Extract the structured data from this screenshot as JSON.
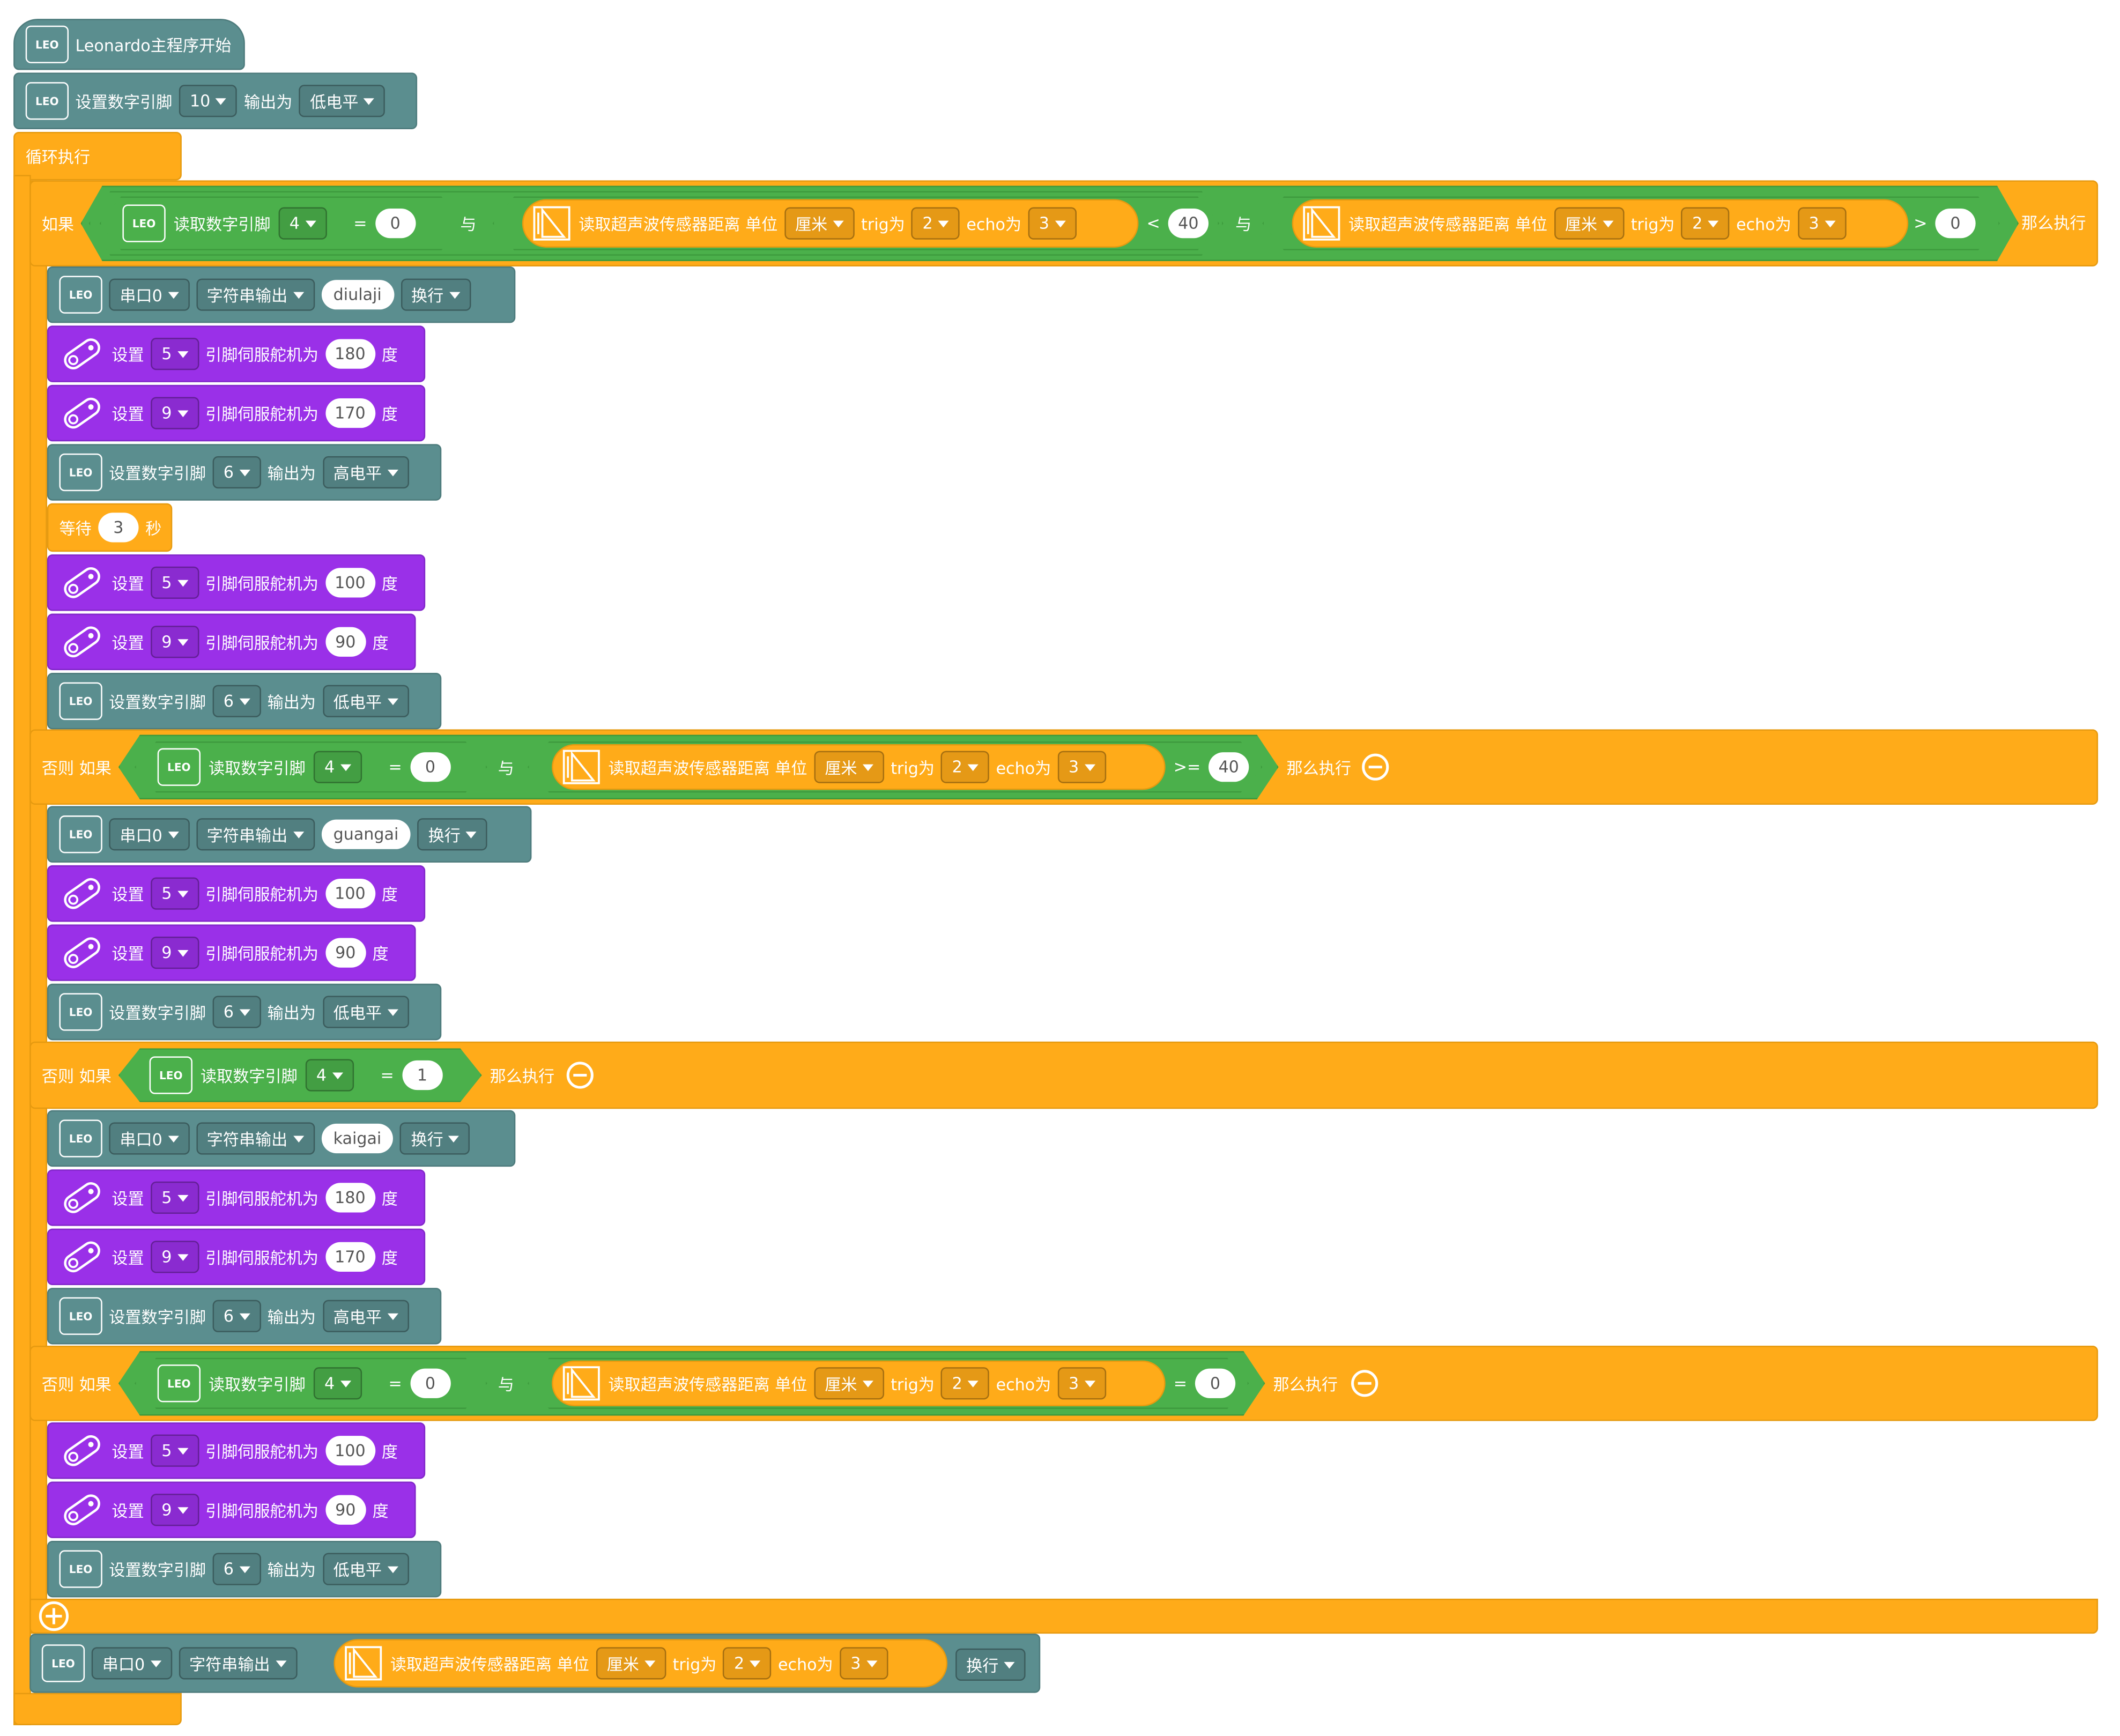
{
  "main": {
    "start_label": "Leonardo主程序开始",
    "setup": {
      "label": "设置数字引脚",
      "pin": "10",
      "mid": "输出为",
      "level": "低电平"
    },
    "loop_label": "循环执行",
    "serial_final": {
      "port": "串口0",
      "mode": "字符串输出",
      "sensor_label": "读取超声波传感器距离 单位",
      "unit": "厘米",
      "trig_label": "trig为",
      "trig": "2",
      "echo_label": "echo为",
      "echo": "3",
      "newline": "换行"
    }
  },
  "words": {
    "if": "如果",
    "elseif": "否则 如果",
    "then": "那么执行",
    "and": "与",
    "read_pin": "读取数字引脚",
    "ultra": "读取超声波传感器距离 单位",
    "trig": "trig为",
    "echo": "echo为",
    "set": "设置",
    "servo_to": "引脚伺服舵机为",
    "deg": "度",
    "set_pin": "设置数字引脚",
    "out": "输出为",
    "wait": "等待",
    "sec": "秒",
    "eq": "=",
    "lt": "<",
    "gt": ">",
    "ge": ">=",
    "cm": "厘米",
    "serial": "串口0",
    "strout": "字符串输出",
    "newline": "换行",
    "high": "高电平",
    "low": "低电平",
    "leo": "LEO"
  },
  "branch1": {
    "pin": "4",
    "pin_val": "0",
    "u1_trig": "2",
    "u1_echo": "3",
    "u1_val": "40",
    "u2_trig": "2",
    "u2_echo": "3",
    "u2_val": "0",
    "msg": "diulaji",
    "s1_pin": "5",
    "s1_angle": "180",
    "s2_pin": "9",
    "s2_angle": "170",
    "d1_pin": "6",
    "wait": "3",
    "s3_pin": "5",
    "s3_angle": "100",
    "s4_pin": "9",
    "s4_angle": "90",
    "d2_pin": "6"
  },
  "branch2": {
    "pin": "4",
    "pin_val": "0",
    "u_trig": "2",
    "u_echo": "3",
    "u_val": "40",
    "msg": "guangai",
    "s1_pin": "5",
    "s1_angle": "100",
    "s2_pin": "9",
    "s2_angle": "90",
    "d_pin": "6"
  },
  "branch3": {
    "pin": "4",
    "pin_val": "1",
    "msg": "kaigai",
    "s1_pin": "5",
    "s1_angle": "180",
    "s2_pin": "9",
    "s2_angle": "170",
    "d_pin": "6"
  },
  "branch4": {
    "pin": "4",
    "pin_val": "0",
    "u_trig": "2",
    "u_echo": "3",
    "u_val": "0",
    "s1_pin": "5",
    "s1_angle": "100",
    "s2_pin": "9",
    "s2_angle": "90",
    "d_pin": "6"
  },
  "colors": {
    "control": "#ffab19",
    "leonardo": "#5b8e8f",
    "servo": "#9a30e8",
    "logic": "#4bb04b"
  },
  "icons": [
    "leo-board-icon",
    "servo-icon",
    "ultrasonic-icon",
    "minus-icon",
    "plus-icon",
    "dropdown-caret-icon"
  ]
}
